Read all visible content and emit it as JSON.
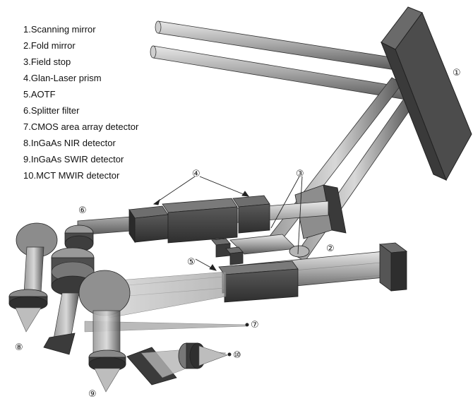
{
  "legend": [
    "1.Scanning mirror",
    "2.Fold mirror",
    "3.Field stop",
    "4.Glan-Laser prism",
    "5.AOTF",
    "6.Splitter filter",
    "7.CMOS area array detector",
    "8.InGaAs NIR detector",
    "9.InGaAs SWIR detector",
    "10.MCT MWIR detector"
  ],
  "callouts": {
    "c1": "①",
    "c2": "②",
    "c3": "③",
    "c4": "④",
    "c5": "⑤",
    "c6": "⑥",
    "c7": "⑦",
    "c8": "⑧",
    "c9": "⑨",
    "c10": "⑩"
  },
  "colors": {
    "dark_block": "#4a4a4a",
    "mid_gray": "#8a8a8a",
    "light_beam": "#c8c8c8",
    "outline": "#222222"
  }
}
